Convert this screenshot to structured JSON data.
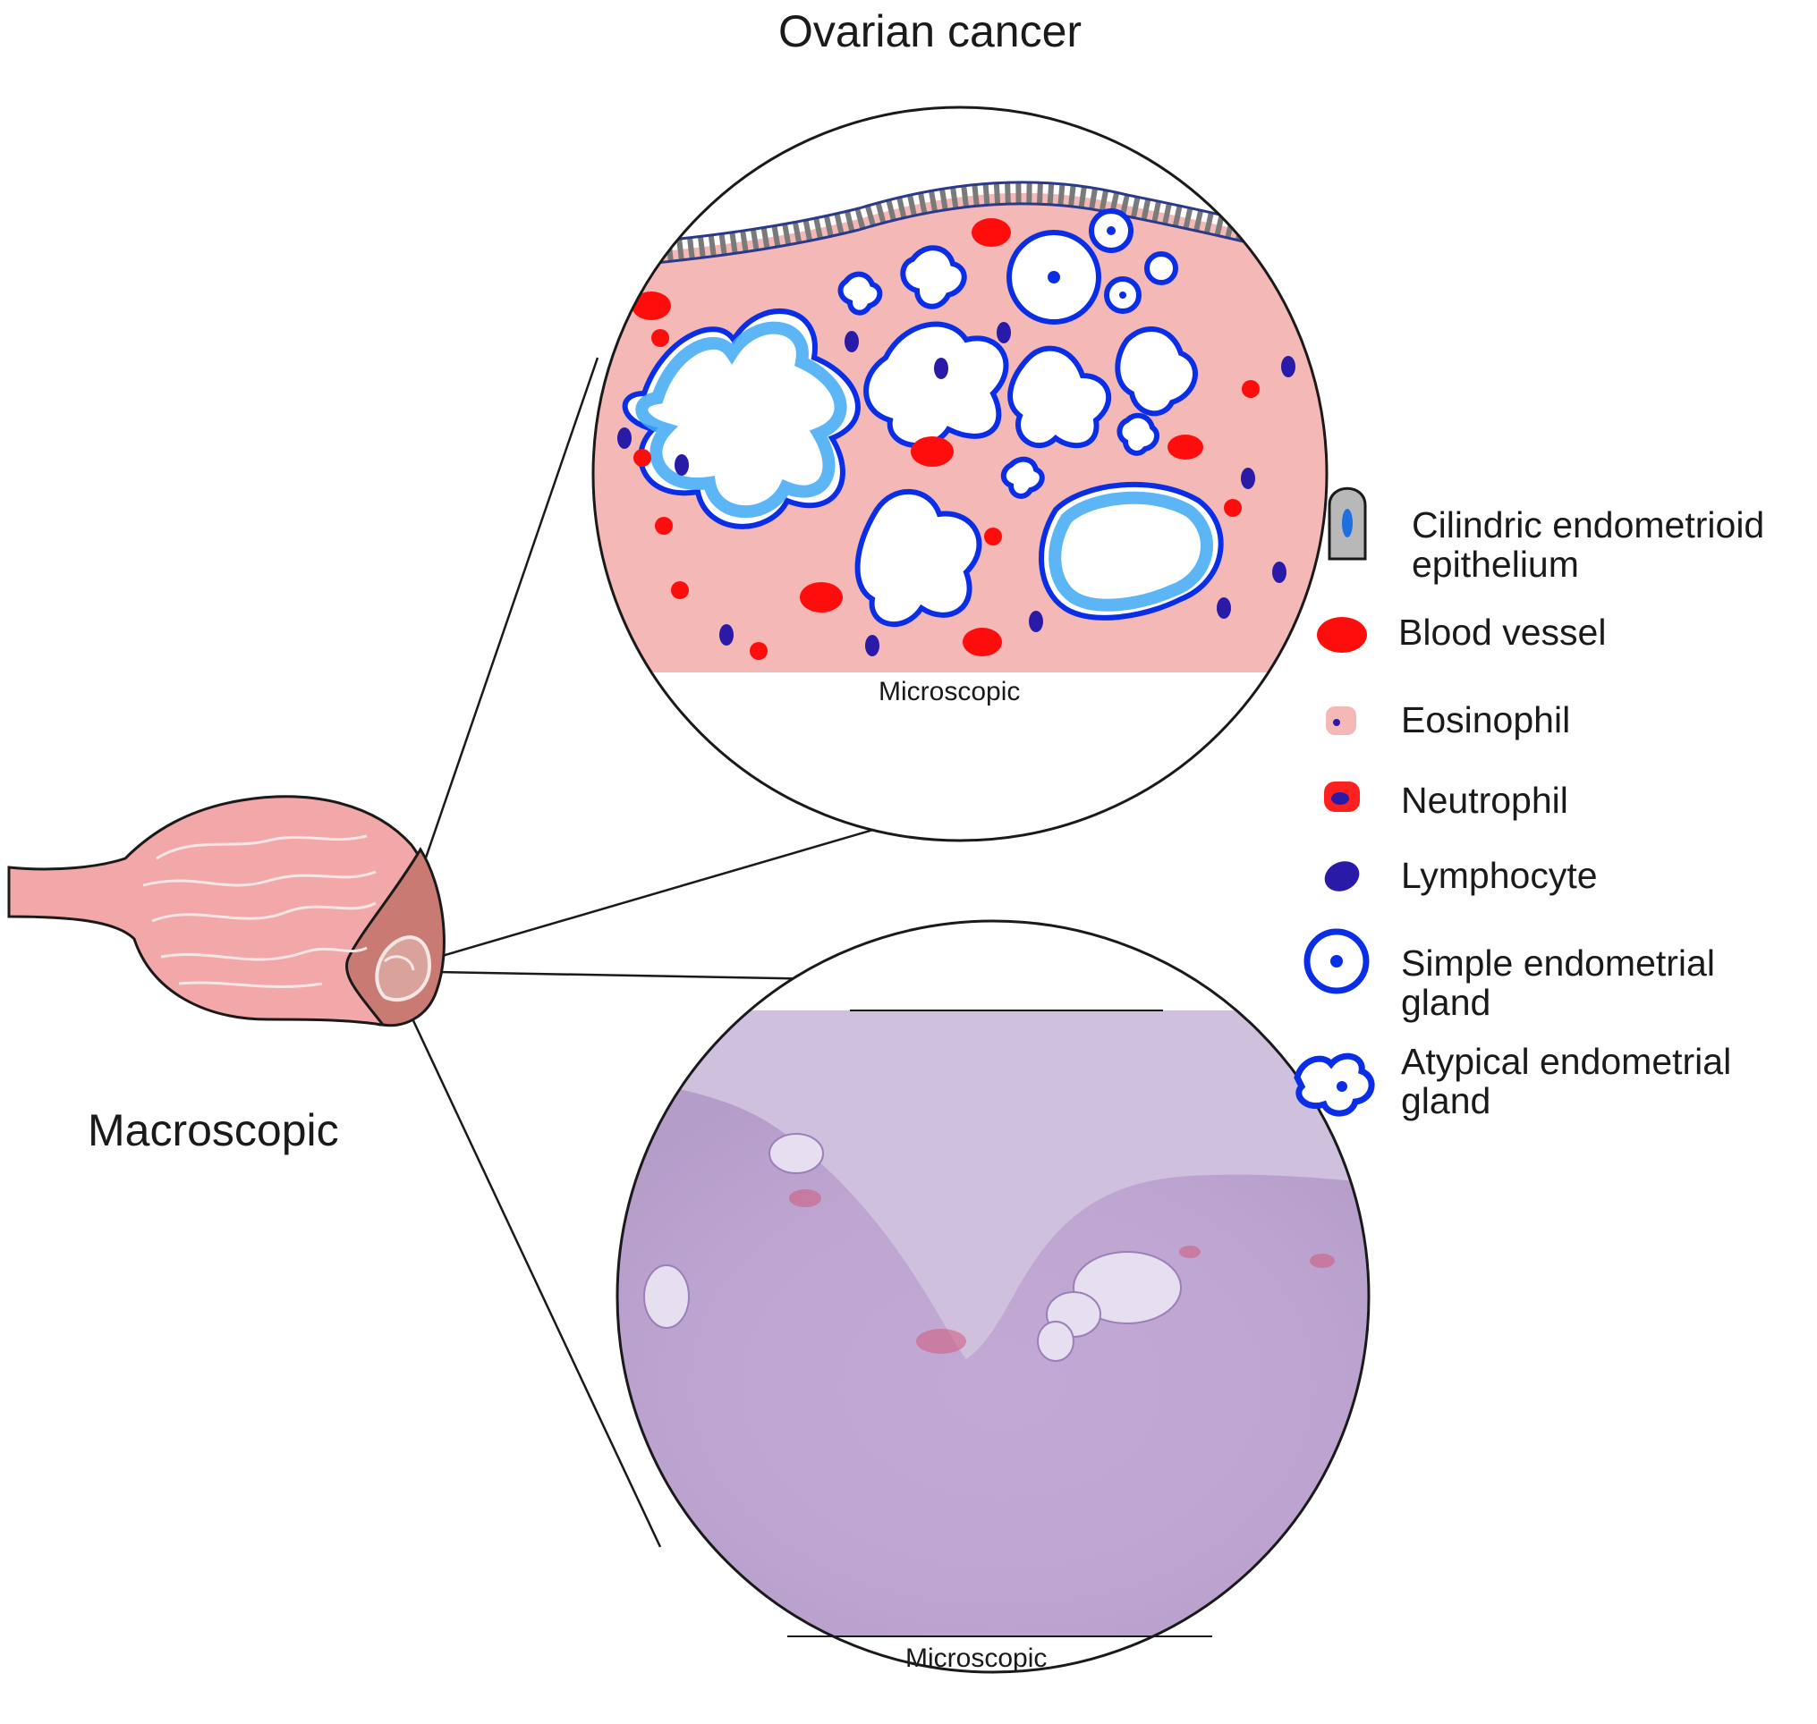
{
  "title": "Ovarian cancer",
  "macroscopic_label": "Macroscopic",
  "microscopic_labels": [
    "Microscopic",
    "Microscopic"
  ],
  "legend": [
    {
      "icon": "cylindrical-cell-icon",
      "line1": "Cilindric endometrioid",
      "line2": "epithelium"
    },
    {
      "icon": "blood-vessel-icon",
      "line1": "Blood vessel",
      "line2": ""
    },
    {
      "icon": "eosinophil-icon",
      "line1": "Eosinophil",
      "line2": ""
    },
    {
      "icon": "neutrophil-icon",
      "line1": "Neutrophil",
      "line2": ""
    },
    {
      "icon": "lymphocyte-icon",
      "line1": "Lymphocyte",
      "line2": ""
    },
    {
      "icon": "simple-gland-icon",
      "line1": "Simple endometrial",
      "line2": "gland"
    },
    {
      "icon": "atypical-gland-icon",
      "line1": "Atypical endometrial",
      "line2": "gland"
    }
  ],
  "colors": {
    "stroma": "#f4b9b6",
    "blood": "#ff0d0d",
    "gland_border": "#0a2ee6",
    "gland_fill": "#3fa9f5",
    "lymphocyte": "#2a1aa8",
    "organ": "#f2a8a8",
    "histology": "#c9b7d8"
  }
}
